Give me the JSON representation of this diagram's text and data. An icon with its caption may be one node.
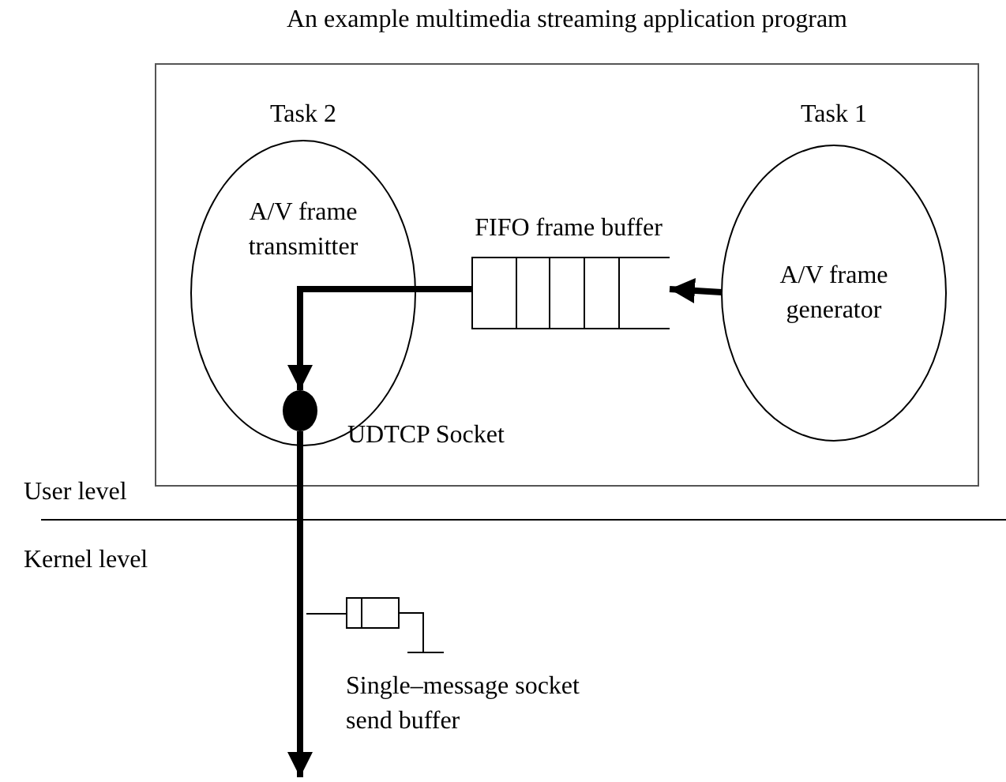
{
  "diagram": {
    "nodes": [
      {
        "text": [
          "An example multimedia streaming application program"
        ]
      },
      {
        "text": [
          "Task 2",
          "A/V frame transmitter"
        ],
        "in": 0
      },
      {
        "text": [
          "Task 1",
          "A/V frame generator"
        ],
        "in": 0
      },
      {
        "text": [
          "FIFO frame buffer"
        ],
        "in": 0
      },
      {
        "text": [],
        "shape": "circle",
        "in": 1,
        "beside": [
          "UDTCP Socket"
        ]
      },
      {
        "text": [
          "Single–message socket send buffer"
        ]
      }
    ],
    "edges": [
      {
        "from": 2,
        "to": 3,
        "arrow": "to"
      },
      {
        "from": 3,
        "to": 4,
        "arrow": "to"
      },
      {
        "from": 4,
        "to": null,
        "arrow": "to"
      }
    ],
    "labels": [
      "User level",
      "Kernel level"
    ]
  }
}
